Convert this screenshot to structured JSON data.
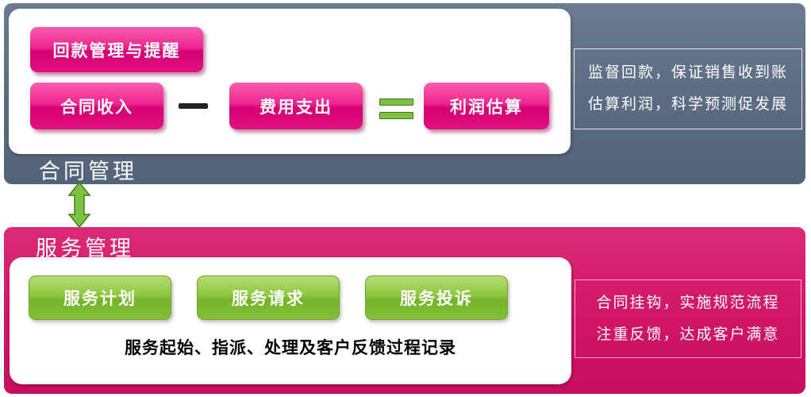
{
  "colors": {
    "contract_panel": "#5a6b82",
    "service_panel": "#d01566",
    "pink_button": "#e8147f",
    "green_button": "#8cc63f",
    "operator_minus": "#232323",
    "operator_equals": "#7cc142",
    "note_text": "#ffffff"
  },
  "contract": {
    "title": "合同管理",
    "reminder_button": "回款管理与提醒",
    "income_button": "合同收入",
    "expense_button": "费用支出",
    "profit_button": "利润估算",
    "note": {
      "line1": "监督回款，保证销售收到账",
      "line2": "估算利润，科学预测促发展"
    }
  },
  "service": {
    "title": "服务管理",
    "plan_button": "服务计划",
    "request_button": "服务请求",
    "complaint_button": "服务投诉",
    "caption": "服务起始、指派、处理及客户反馈过程记录",
    "note": {
      "line1": "合同挂钩，实施规范流程",
      "line2": "注重反馈，达成客户满意"
    }
  }
}
